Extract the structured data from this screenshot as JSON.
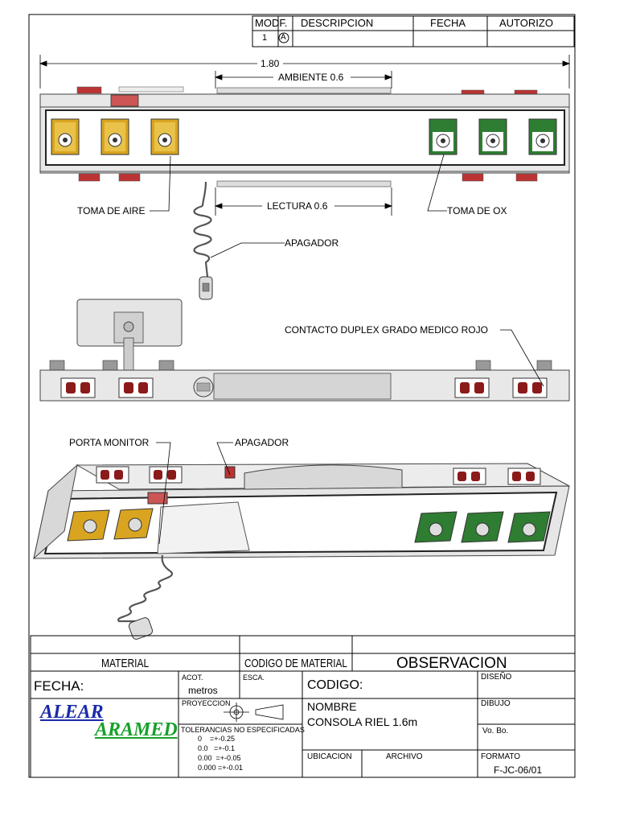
{
  "revision_table": {
    "headers": [
      "MODF.",
      "DESCRIPCION",
      "FECHA",
      "AUTORIZO"
    ],
    "row": {
      "modf": "1",
      "rev": "A"
    }
  },
  "dimensions": {
    "total": "1.80",
    "ambiente": "AMBIENTE 0.6",
    "lectura": "LECTURA 0.6"
  },
  "callouts": {
    "toma_aire": "TOMA DE AIRE",
    "toma_ox": "TOMA DE OX",
    "apagador_top": "APAGADOR",
    "contacto": "CONTACTO DUPLEX GRADO MEDICO ROJO",
    "porta_monitor": "PORTA MONITOR",
    "apagador_iso": "APAGADOR"
  },
  "title_block": {
    "material": "MATERIAL",
    "codigo_material": "CODIGO DE MATERIAL",
    "observacion": "OBSERVACION",
    "fecha": "FECHA:",
    "acot_label": "ACOT.",
    "acot_value": "metros",
    "esca": "ESCA.",
    "codigo": "CODIGO:",
    "diseno": "DISEÑO",
    "proyeccion": "PROYECCION",
    "nombre_label": "NOMBRE",
    "nombre_value": "CONSOLA RIEL 1.6m",
    "dibujo": "DIBUJO",
    "logo_1": "ALEAR",
    "logo_2": "ARAMED",
    "tolerancias": "TOLERANCIAS NO ESPECIFICADAS",
    "tol_lines": [
      "0    =+-0.25",
      "0.0   =+-0.1",
      "0.00  =+-0.05",
      "0.000 =+-0.01"
    ],
    "vobo": "Vo. Bo.",
    "ubicacion": "UBICACION",
    "archivo": "ARCHIVO",
    "formato": "FORMATO",
    "formato_value": "F-JC-06/01"
  },
  "colors": {
    "air_outlet": "#d9a520",
    "oxygen_outlet": "#2e7d32",
    "receptacle": "#8b1a1a",
    "rail_body": "#e4e4e4"
  }
}
